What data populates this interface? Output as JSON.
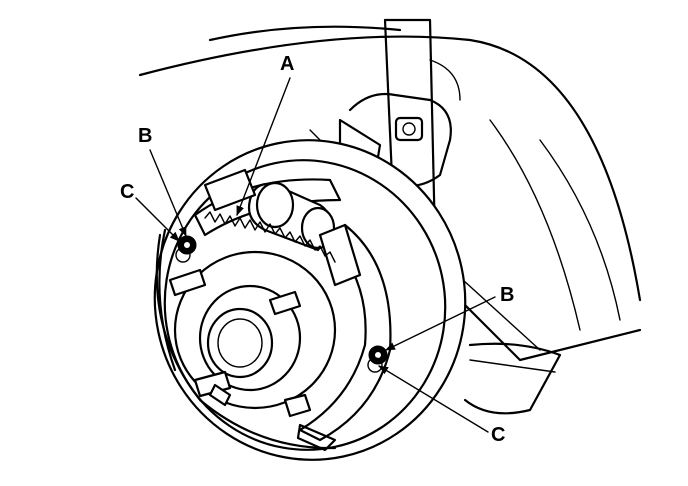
{
  "callouts": {
    "a": "A",
    "b_upper": "B",
    "b_lower": "B",
    "c_upper": "C",
    "c_lower": "C"
  }
}
